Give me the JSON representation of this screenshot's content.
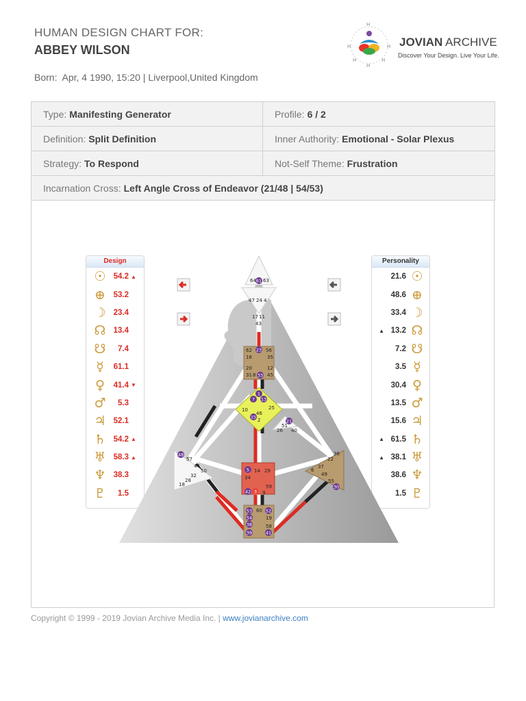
{
  "header": {
    "title": "HUMAN DESIGN CHART FOR:",
    "name": "ABBEY WILSON",
    "born_label": "Born:",
    "born_value": "Apr, 4 1990, 15:20 | Liverpool,United Kingdom"
  },
  "logo": {
    "brand_bold": "JOVIAN",
    "brand_light": "ARCHIVE",
    "tagline": "Discover Your Design. Live Your Life."
  },
  "info": {
    "type_label": "Type:",
    "type_value": "Manifesting Generator",
    "profile_label": "Profile:",
    "profile_value": "6 / 2",
    "definition_label": "Definition:",
    "definition_value": "Split Definition",
    "authority_label": "Inner Authority:",
    "authority_value": "Emotional - Solar Plexus",
    "strategy_label": "Strategy:",
    "strategy_value": "To Respond",
    "notself_label": "Not-Self Theme:",
    "notself_value": "Frustration",
    "cross_label": "Incarnation Cross:",
    "cross_value": "Left Angle Cross of Endeavor (21/48 | 54/53)"
  },
  "planets": [
    {
      "name": "sun-icon",
      "glyph": "☉"
    },
    {
      "name": "earth-icon",
      "glyph": "⊕"
    },
    {
      "name": "moon-icon",
      "glyph": "☽"
    },
    {
      "name": "north-node-icon",
      "glyph": "☊"
    },
    {
      "name": "south-node-icon",
      "glyph": "☋"
    },
    {
      "name": "mercury-icon",
      "glyph": "☿"
    },
    {
      "name": "venus-icon",
      "glyph": "♀"
    },
    {
      "name": "mars-icon",
      "glyph": "♂"
    },
    {
      "name": "jupiter-icon",
      "glyph": "♃"
    },
    {
      "name": "saturn-icon",
      "glyph": "♄"
    },
    {
      "name": "uranus-icon",
      "glyph": "♅"
    },
    {
      "name": "neptune-icon",
      "glyph": "♆"
    },
    {
      "name": "pluto-icon",
      "glyph": "♇"
    }
  ],
  "design": {
    "title": "Design",
    "values": [
      "54.2",
      "53.2",
      "23.4",
      "13.4",
      "7.4",
      "61.1",
      "41.4",
      "5.3",
      "52.1",
      "54.2",
      "58.3",
      "38.3",
      "1.5"
    ],
    "markers": [
      "▲",
      "",
      "",
      "",
      "",
      "",
      "▼",
      "",
      "",
      "▲",
      "▲",
      "",
      ""
    ]
  },
  "personality": {
    "title": "Personality",
    "values": [
      "21.6",
      "48.6",
      "33.4",
      "13.2",
      "7.2",
      "3.5",
      "30.4",
      "13.5",
      "15.6",
      "61.5",
      "38.1",
      "38.6",
      "1.5"
    ],
    "markers": [
      "",
      "",
      "",
      "▲",
      "",
      "",
      "",
      "",
      "",
      "▲",
      "▲",
      "",
      ""
    ]
  },
  "bodygraph": {
    "head_gates": [
      "64",
      "61",
      "63"
    ],
    "ajna_gates": [
      "47",
      "24",
      "4",
      "17",
      "11",
      "43"
    ],
    "throat_gates": [
      "62",
      "23",
      "56",
      "16",
      "35",
      "20",
      "12",
      "31",
      "8",
      "33",
      "45"
    ],
    "g_gates": [
      "7",
      "1",
      "13",
      "10",
      "15",
      "46",
      "2",
      "25"
    ],
    "ego_gates": [
      "21",
      "51",
      "26",
      "40"
    ],
    "spleen_gates": [
      "48",
      "57",
      "44",
      "50",
      "32",
      "28",
      "18"
    ],
    "sacral_gates": [
      "5",
      "14",
      "29",
      "34",
      "59",
      "42",
      "3",
      "9"
    ],
    "sp_gates": [
      "36",
      "22",
      "37",
      "6",
      "49",
      "55",
      "30"
    ],
    "root_gates": [
      "53",
      "60",
      "52",
      "54",
      "19",
      "38",
      "39",
      "58",
      "41"
    ]
  },
  "colors": {
    "design": "#dd2b23",
    "personality": "#222222",
    "glyph": "#cc9a3a",
    "link": "#3d7fc2"
  },
  "footer": {
    "copyright": "Copyright © 1999 - 2019 Jovian Archive Media Inc.  |  ",
    "link": "www.jovianarchive.com"
  }
}
